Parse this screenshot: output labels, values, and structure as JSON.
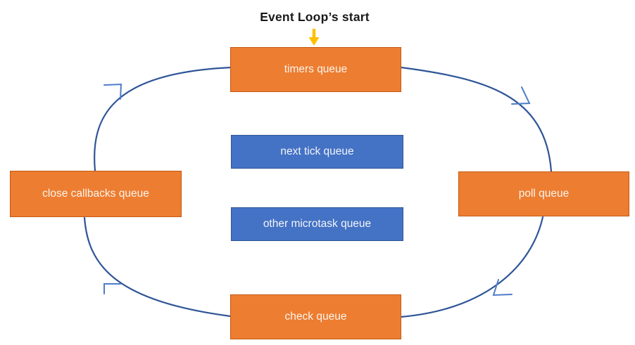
{
  "diagram": {
    "title": "Event Loop’s start",
    "nodes": {
      "timers": {
        "label": "timers queue",
        "kind": "macrotask"
      },
      "next_tick": {
        "label": "next tick queue",
        "kind": "microtask"
      },
      "other_microtask": {
        "label": "other microtask queue",
        "kind": "microtask"
      },
      "close_callbacks": {
        "label": "close callbacks queue",
        "kind": "macrotask"
      },
      "poll": {
        "label": "poll queue",
        "kind": "macrotask"
      },
      "check": {
        "label": "check queue",
        "kind": "macrotask"
      }
    },
    "edges": [
      {
        "from": "close callbacks queue",
        "to": "timers queue"
      },
      {
        "from": "timers queue",
        "to": "poll queue"
      },
      {
        "from": "poll queue",
        "to": "check queue"
      },
      {
        "from": "check queue",
        "to": "close callbacks queue"
      },
      {
        "from": "Event Loop’s start",
        "to": "timers queue"
      }
    ],
    "icons": {
      "start_arrow": "down-arrow"
    },
    "colors": {
      "macrotask_fill": "#ED7D31",
      "macrotask_border": "#C55A11",
      "microtask_fill": "#4472C4",
      "microtask_border": "#2E5597",
      "flow_line": "#2F5597",
      "flow_arrowhead": "#4D7CC9",
      "start_arrow": "#FFC000",
      "title_text": "#1a1a1a",
      "node_text": "#FFFFFF"
    }
  }
}
